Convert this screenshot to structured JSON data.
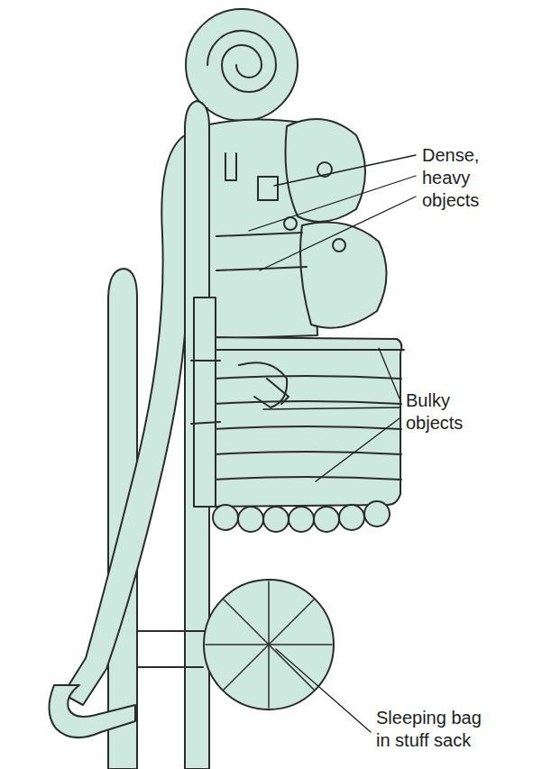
{
  "diagram": {
    "labels": [
      "Dense, heavy objects",
      "Bulky objects",
      "Sleeping bag in stuff sack"
    ]
  }
}
